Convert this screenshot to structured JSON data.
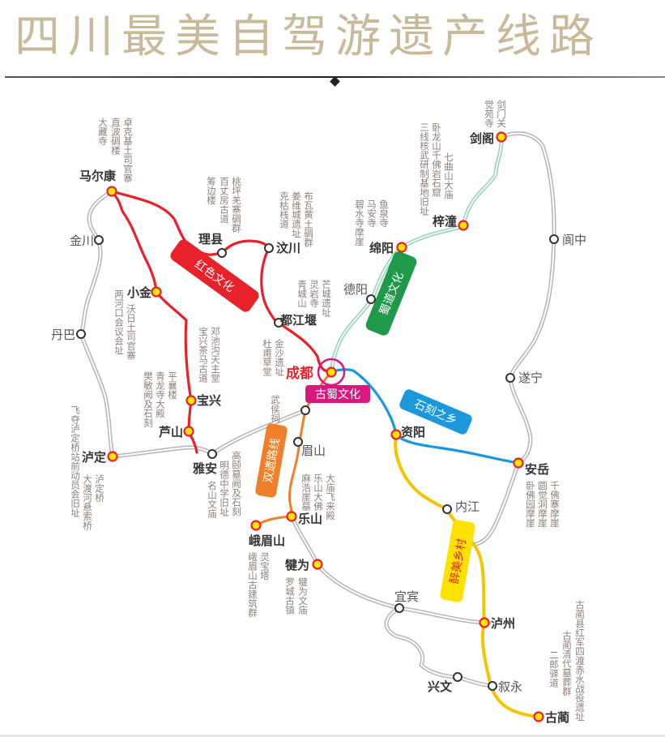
{
  "title": "四川最美自驾游遗产线路",
  "colors": {
    "title": "#c8b99a",
    "red_route": "#e8212b",
    "green_route": "#1e9a4a",
    "green_road": "#9fd4bf",
    "blue_route": "#1a98db",
    "orange_route": "#ef7f2a",
    "yellow_route": "#ffe100",
    "magenta": "#d6187f",
    "grey_road": "#b5b5b5",
    "stop_fill": "#ffe600",
    "stop_ring": "#e8212b"
  },
  "themes": {
    "red": "红色文化",
    "green": "蜀道文化",
    "magenta": "古蜀文化",
    "blue": "石刻之乡",
    "orange": "双遗路线",
    "yellow": "醉美乡村"
  },
  "cities": {
    "maerkang": "马尔康",
    "lixian": "理县",
    "wenchuan": "汶川",
    "jinchuan": "金川",
    "xiaojin": "小金",
    "danba": "丹巴",
    "dujiangyan": "都江堰",
    "chengdu": "成都",
    "baoxing": "宝兴",
    "lushan": "芦山",
    "luding": "泸定",
    "yaan": "雅安",
    "meishan": "眉山",
    "leshan": "乐山",
    "emeishan": "峨眉山",
    "qianwei": "犍为",
    "yibin": "宜宾",
    "xingwen": "兴文",
    "xuyong": "叙永",
    "gulin": "古蔺",
    "luzhou": "泸州",
    "neijiang": "内江",
    "ziyang": "资阳",
    "anyue": "安岳",
    "suining": "遂宁",
    "langzhong": "阆中",
    "jiange": "剑阁",
    "zitong": "梓潼",
    "mianyang": "绵阳",
    "deyang": "德阳"
  },
  "sites": {
    "maerkang": [
      "卓克基土司官寨",
      "直波碉楼",
      "大藏寺"
    ],
    "lixian": [
      "桃坪羌寨碉群",
      "百丈房古道",
      "筹边楼"
    ],
    "wenchuan": [
      "布瓦黄土碉群",
      "姜维城遗址",
      "克枯栈道"
    ],
    "mianyang": [
      "鱼泉寺",
      "马安寺",
      "碧水寺摩崖"
    ],
    "zitong": [
      "七曲山大庙",
      "卧龙山千佛岩石窟",
      "三线核武研制基地旧址"
    ],
    "jiange": [
      "剑门关",
      "觉苑寺"
    ],
    "dujiangyan": [
      "芒城遗址",
      "灵岩寺",
      "青城山"
    ],
    "xiaojin": [
      "沃日土司官寨",
      "两河口会议会址"
    ],
    "baoxing": [
      "邓池沟天主堂",
      "宝兴茶马古道"
    ],
    "chengdu": [
      "金沙遗址",
      "杜甫草堂",
      "武侯祠"
    ],
    "lushan": [
      "平襄楼",
      "青龙寺大殿",
      "樊敏阙及石刻"
    ],
    "luding": [
      "泸定桥",
      "大渡河悬索桥",
      "飞夺泸定桥站前动员会旧址"
    ],
    "yaan": [
      "高颐墓阙及石刻",
      "明德中学旧址",
      "名山文庙"
    ],
    "leshan": [
      "大庙飞来殿",
      "乐山大佛",
      "麻浩崖墓"
    ],
    "emeishan": [
      "灵宝塔",
      "峨眉山古建筑群"
    ],
    "qianwei": [
      "犍为文庙",
      "罗城古镇"
    ],
    "anyue": [
      "千佛寨摩崖",
      "圆觉洞摩崖",
      "卧佛园摩崖"
    ],
    "gulin": [
      "古蔺县红军四渡赤水战役遗址",
      "古蔺清代墓葬群",
      "二郎驿道"
    ]
  }
}
